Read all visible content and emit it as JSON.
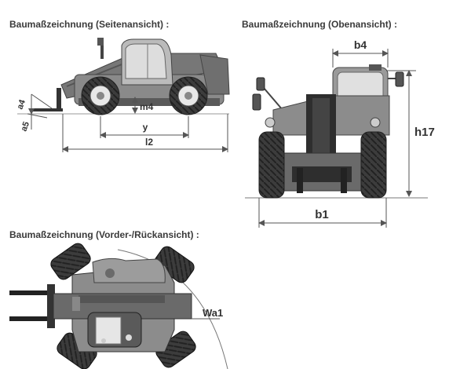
{
  "headings": {
    "side": "Baumaßzeichnung (Seitenansicht) :",
    "top": "Baumaßzeichnung (Obenansicht) :",
    "front": "Baumaßzeichnung (Vorder-/Rückansicht) :"
  },
  "side_labels": {
    "a4": "a4",
    "a5": "a5",
    "m4": "m4",
    "y": "y",
    "l2": "l2"
  },
  "top_labels": {
    "b4": "b4",
    "h17": "h17",
    "b1": "b1"
  },
  "front_labels": {
    "wa1": "Wa1"
  }
}
